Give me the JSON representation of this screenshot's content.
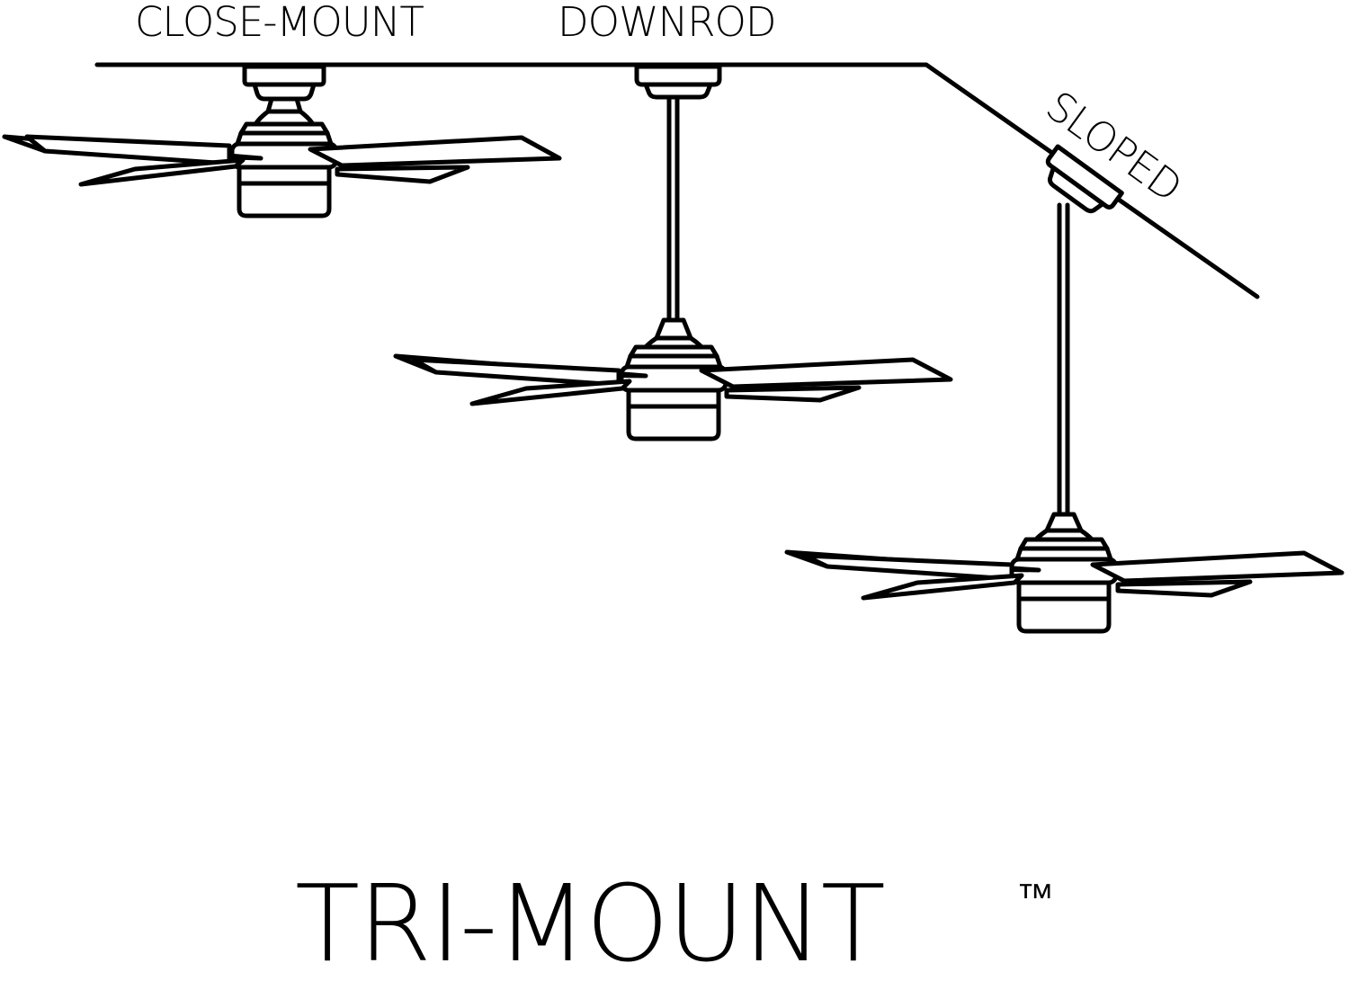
{
  "labels": {
    "close_mount": "CLOSE-MOUNT",
    "downrod": "DOWNROD",
    "sloped": "SLOPED"
  },
  "title": {
    "text": "TRI-MOUNT",
    "trademark": "™"
  },
  "colors": {
    "line": "#000000",
    "background": "#ffffff"
  },
  "icons": {
    "fan_close_mount": "ceiling-fan-close-mount-icon",
    "fan_downrod": "ceiling-fan-downrod-icon",
    "fan_sloped": "ceiling-fan-sloped-icon"
  }
}
